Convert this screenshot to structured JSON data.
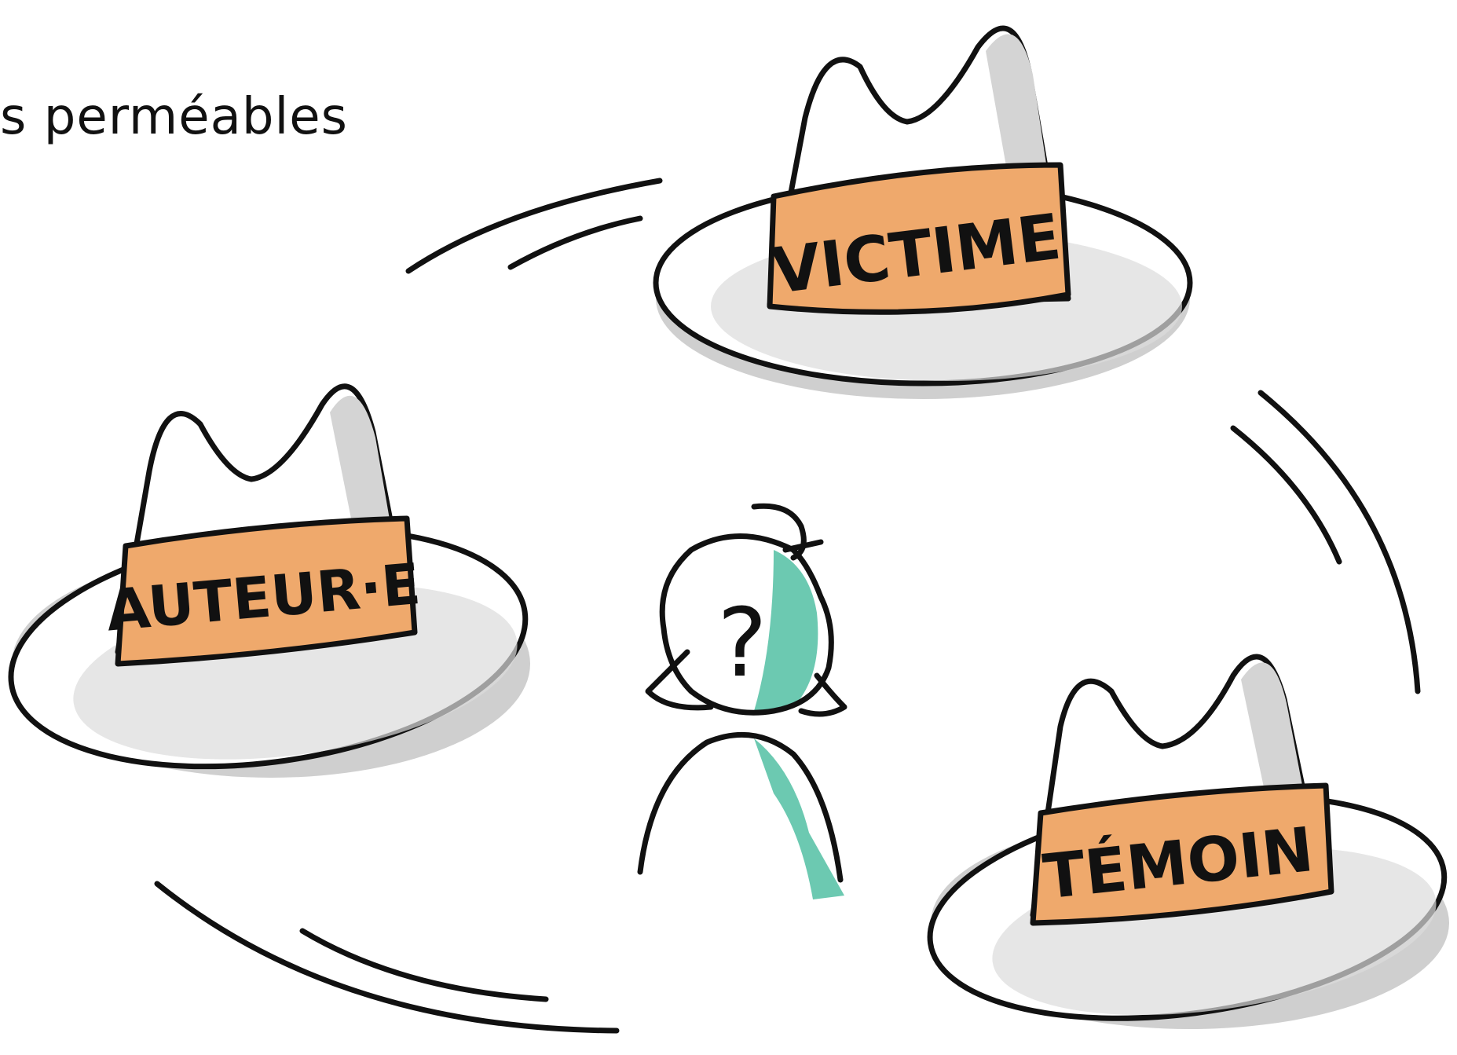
{
  "title": "s perméables",
  "hats": [
    {
      "label": "VICTIME"
    },
    {
      "label": "AUTEUR·E"
    },
    {
      "label": "TÉMOIN"
    }
  ],
  "figure": {
    "symbol": "?"
  },
  "colors": {
    "hat_band": "#efa96c",
    "hat_body": "#ffffff",
    "hat_shade": "#cfcfcf",
    "figure_accent": "#6cc9b1",
    "ink": "#111111"
  }
}
